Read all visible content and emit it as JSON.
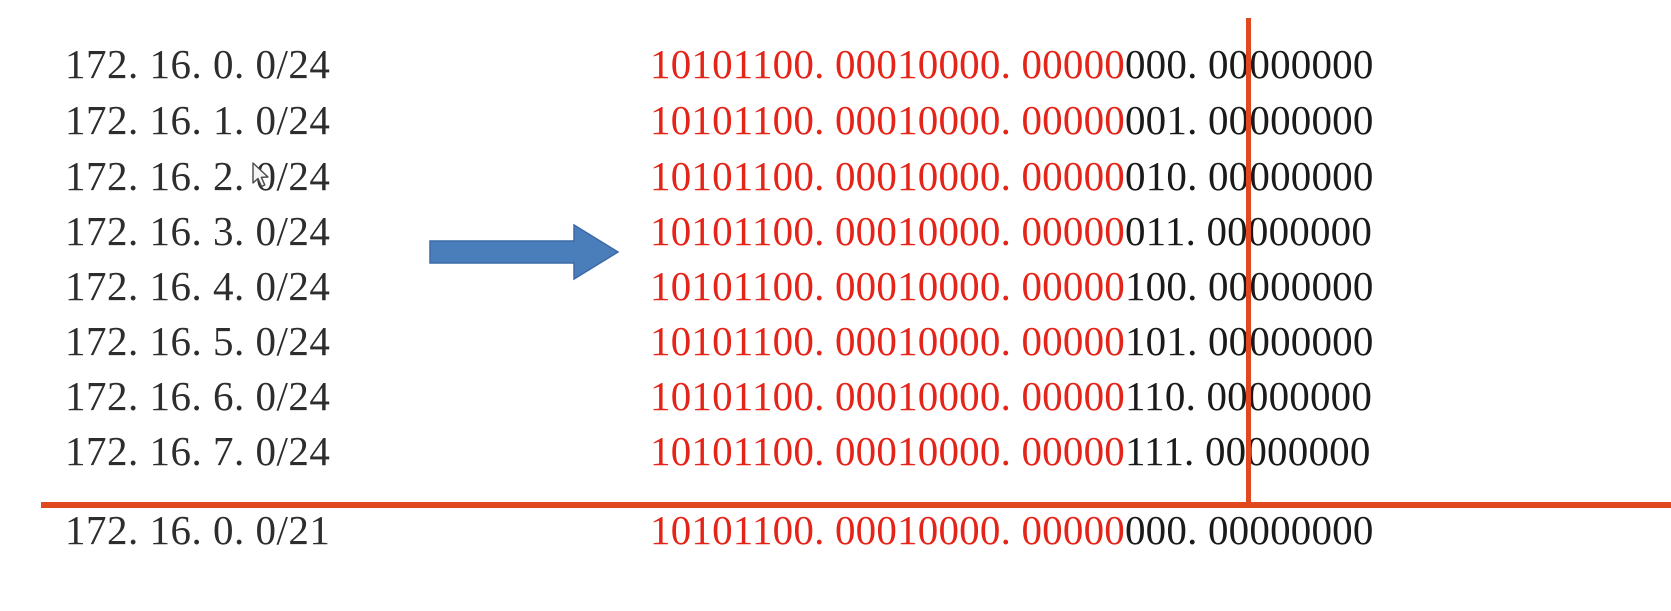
{
  "diagram": {
    "title": "IPv4 route summarization: eight /24 subnets aggregated into one /21",
    "colors": {
      "red_text": "#e52419",
      "black_text": "#1a1a1a",
      "cidr_text": "#2d2d2d",
      "rule_red": "#e0491f",
      "arrow_blue": "#4a7ebb",
      "arrow_blue_outline": "#3c6ca8",
      "background": "#ffffff"
    },
    "arrow": {
      "name": "summarization-arrow",
      "direction": "right"
    },
    "boundary": {
      "vertical_rule_name": "prefix-boundary-line",
      "horizontal_rule_name": "summary-separator-line"
    },
    "cursor": {
      "name": "mouse-cursor",
      "on_row_index": 2
    },
    "rows": [
      {
        "cidr": "172. 16. 0. 0/24",
        "binary_prefix": "10101100. 00010000. 00000",
        "binary_suffix": "000. 00000000"
      },
      {
        "cidr": "172. 16. 1. 0/24",
        "binary_prefix": "10101100. 00010000. 00000",
        "binary_suffix": "001. 00000000"
      },
      {
        "cidr": "172. 16. 2. 0/24",
        "binary_prefix": "10101100. 00010000. 00000",
        "binary_suffix": "010. 00000000"
      },
      {
        "cidr": "172. 16. 3. 0/24",
        "binary_prefix": "10101100. 00010000. 00000",
        "binary_suffix": "011. 00000000"
      },
      {
        "cidr": "172. 16. 4. 0/24",
        "binary_prefix": "10101100. 00010000. 00000",
        "binary_suffix": "100. 00000000"
      },
      {
        "cidr": "172. 16. 5. 0/24",
        "binary_prefix": "10101100. 00010000. 00000",
        "binary_suffix": "101. 00000000"
      },
      {
        "cidr": "172. 16. 6. 0/24",
        "binary_prefix": "10101100. 00010000. 00000",
        "binary_suffix": "110. 00000000"
      },
      {
        "cidr": "172. 16. 7. 0/24",
        "binary_prefix": "10101100. 00010000. 00000",
        "binary_suffix": "111. 00000000"
      }
    ],
    "summary": {
      "cidr": "172. 16. 0. 0/21",
      "binary_prefix": "10101100. 00010000. 00000",
      "binary_suffix": "000. 00000000"
    }
  }
}
